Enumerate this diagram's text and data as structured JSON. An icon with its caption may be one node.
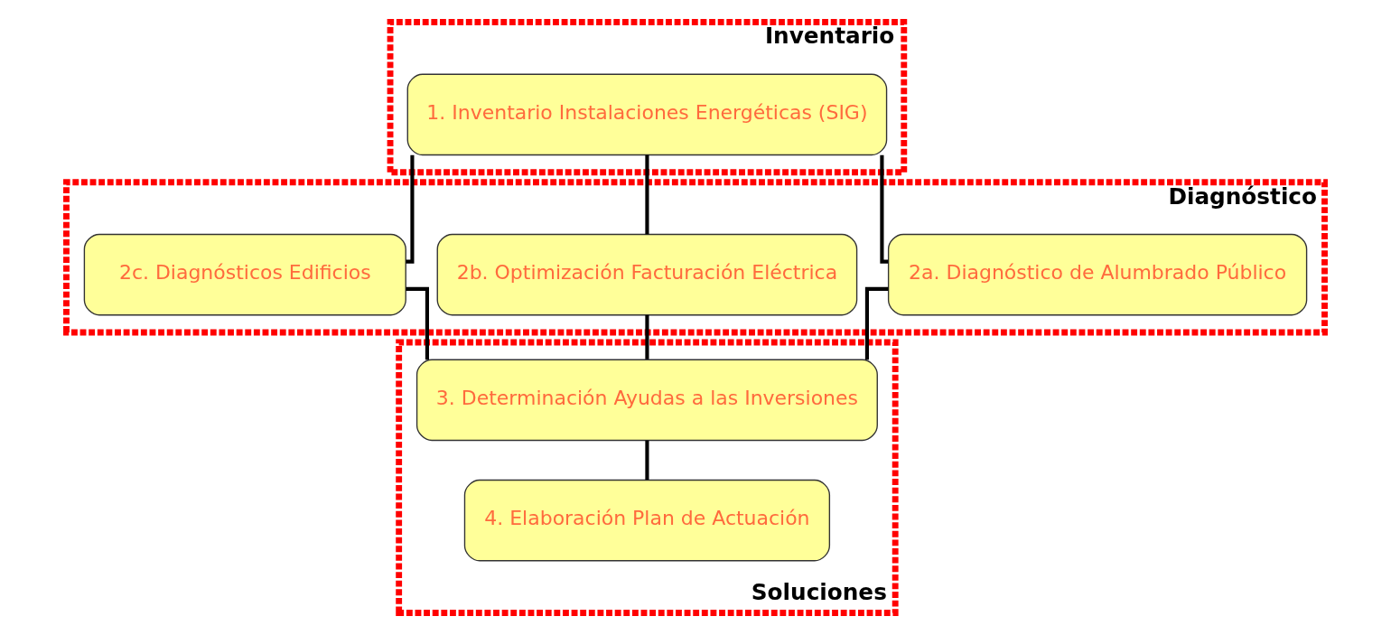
{
  "diagram": {
    "nodes": [
      {
        "text": [
          "Inventario"
        ]
      },
      {
        "text": [
          "1. Inventario Instalaciones Energéticas (SIG)"
        ],
        "in": 0
      },
      {
        "text": [
          "Diagnóstico"
        ]
      },
      {
        "text": [
          "2a. Diagnóstico de Alumbrado Público"
        ],
        "in": 2
      },
      {
        "text": [
          "2b. Optimización Facturación Eléctrica"
        ],
        "in": 2
      },
      {
        "text": [
          "2c. Diagnósticos Edificios"
        ],
        "in": 2
      },
      {
        "text": [
          "Soluciones"
        ]
      },
      {
        "text": [
          "3. Determinación Ayudas a las Inversiones"
        ],
        "in": 6
      },
      {
        "text": [
          "4. Elaboración Plan de Actuación"
        ],
        "in": 6
      }
    ],
    "edges": [
      {
        "from": 1,
        "to": 3,
        "arrow": "none"
      },
      {
        "from": 1,
        "to": 4,
        "arrow": "none"
      },
      {
        "from": 1,
        "to": 5,
        "arrow": "none"
      },
      {
        "from": 3,
        "to": 7,
        "arrow": "none"
      },
      {
        "from": 4,
        "to": 7,
        "arrow": "none"
      },
      {
        "from": 5,
        "to": 7,
        "arrow": "none"
      },
      {
        "from": 7,
        "to": 8,
        "arrow": "none"
      }
    ]
  }
}
